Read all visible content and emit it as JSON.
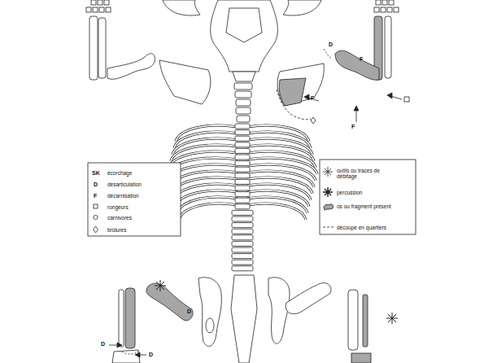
{
  "diagram": {
    "labels": [
      "SK",
      "D",
      "F",
      "D",
      "F",
      "F",
      "F",
      "D",
      "D",
      "D"
    ],
    "legend": [
      {
        "text": "écorchage"
      },
      {
        "text": "désarticulation"
      },
      {
        "text": "décarnisation"
      },
      {
        "text": "rongeurs"
      },
      {
        "text": "carnivores"
      },
      {
        "text": "brûlures"
      },
      {
        "text": "outils ou traces de débitage"
      },
      {
        "text": "percussion"
      },
      {
        "text": "os ou fragment présent"
      },
      {
        "text": "découpe en quartiers"
      }
    ]
  }
}
